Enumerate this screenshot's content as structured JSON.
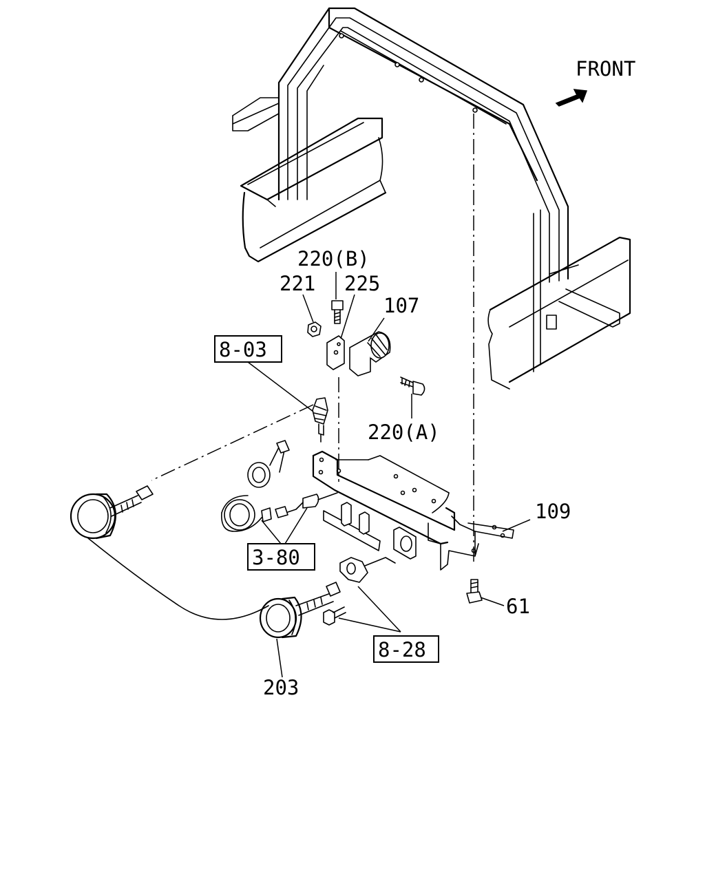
{
  "front_label": "FRONT",
  "callouts": {
    "c220b": "220(B)",
    "c221": "221",
    "c225": "225",
    "c107": "107",
    "c220a": "220(A)",
    "c109": "109",
    "c61": "61",
    "c203": "203"
  },
  "ref_boxes": {
    "r803": "8-03",
    "r380": "3-80",
    "r828": "8-28"
  }
}
